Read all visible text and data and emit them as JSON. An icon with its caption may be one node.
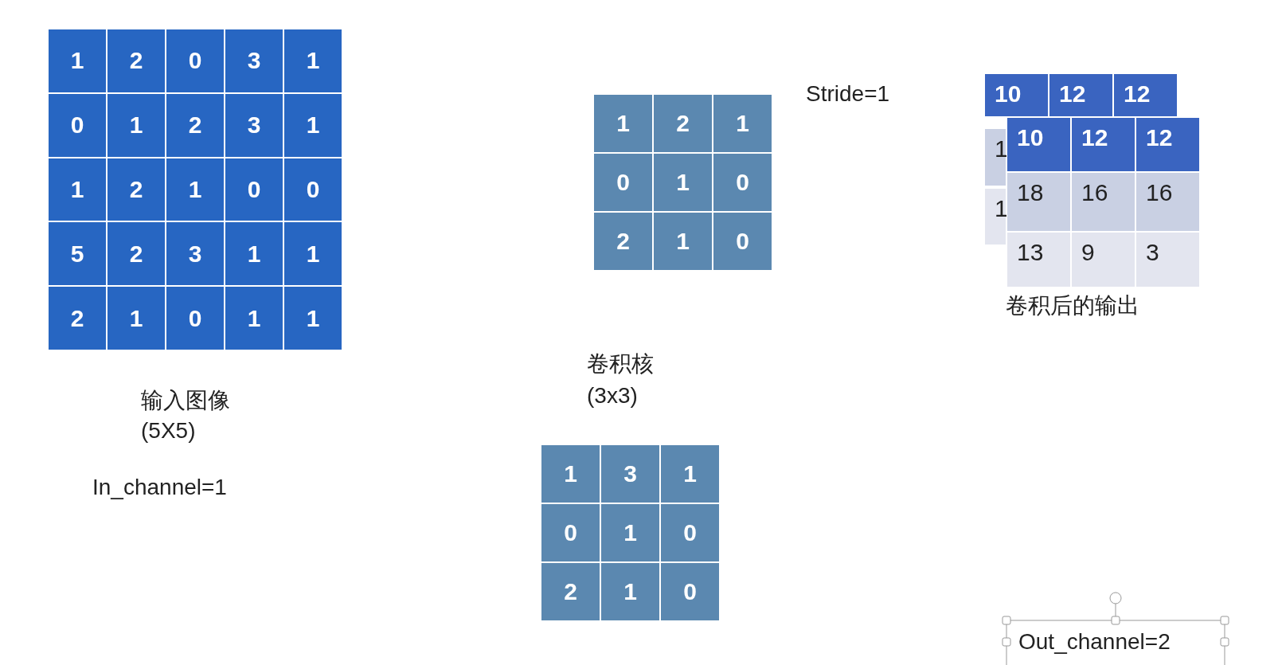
{
  "diagram": {
    "labels": [
      "1",
      "2",
      "0",
      "3",
      "1",
      "0",
      "1",
      "2",
      "3",
      "1",
      "1",
      "2",
      "1",
      "0",
      "0",
      "5",
      "2",
      "3",
      "1",
      "1",
      "2",
      "1",
      "0",
      "1",
      "1",
      "1",
      "2",
      "1",
      "0",
      "1",
      "0",
      "2",
      "1",
      "0",
      "1",
      "3",
      "1",
      "0",
      "1",
      "0",
      "2",
      "1",
      "0",
      "10",
      "12",
      "12",
      "1",
      "1",
      "10",
      "12",
      "12",
      "18",
      "16",
      "16",
      "13",
      "9",
      "3",
      "Stride=1",
      "卷积后的输出",
      "卷积核",
      "输入图像",
      "(3x3)",
      "(5X5)",
      "In_channel=1",
      "Out_channel=2"
    ]
  }
}
